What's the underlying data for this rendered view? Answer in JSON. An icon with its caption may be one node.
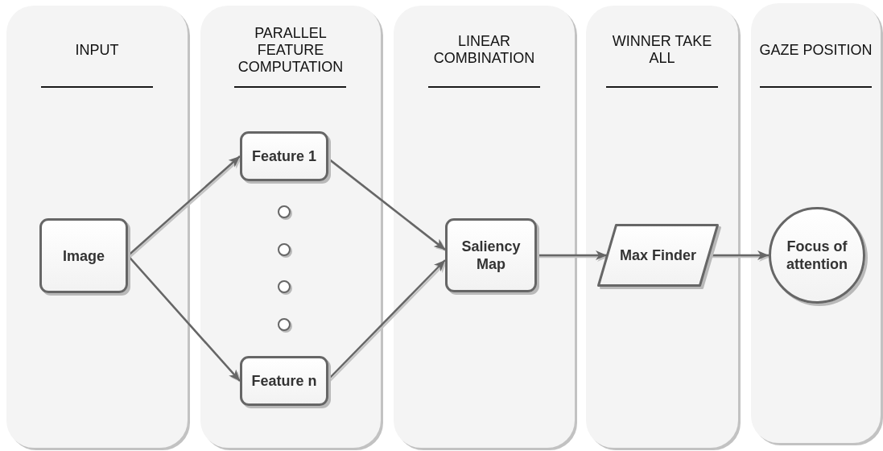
{
  "diagram": {
    "nodes": [
      {
        "text": [
          "INPUT"
        ]
      },
      {
        "text": [
          "Image"
        ],
        "in": 0
      },
      {
        "text": [
          "PARALLEL FEATURE COMPUTATION"
        ]
      },
      {
        "text": [
          "Feature 1"
        ],
        "in": 2
      },
      {
        "text": [],
        "shape": "circle",
        "in": 2
      },
      {
        "text": [],
        "shape": "circle",
        "in": 2
      },
      {
        "text": [],
        "shape": "circle",
        "in": 2
      },
      {
        "text": [],
        "shape": "circle",
        "in": 2
      },
      {
        "text": [
          "Feature n"
        ],
        "in": 2
      },
      {
        "text": [
          "LINEAR COMBINATION"
        ]
      },
      {
        "text": [
          "Saliency Map"
        ],
        "in": 9
      },
      {
        "text": [
          "WINNER TAKE ALL"
        ]
      },
      {
        "text": [
          "Max Finder"
        ],
        "in": 11
      },
      {
        "text": [
          "GAZE POSITION"
        ]
      },
      {
        "text": [
          "Focus of attention"
        ],
        "in": 13
      }
    ],
    "edges": [
      {
        "from": 1,
        "to": 3,
        "arrow": "to"
      },
      {
        "from": 1,
        "to": 8,
        "arrow": "to"
      },
      {
        "from": 3,
        "to": 10,
        "arrow": "to"
      },
      {
        "from": 8,
        "to": 10,
        "arrow": "to"
      },
      {
        "from": 10,
        "to": 12,
        "arrow": "to"
      },
      {
        "from": 12,
        "to": 14,
        "arrow": "to"
      }
    ]
  }
}
